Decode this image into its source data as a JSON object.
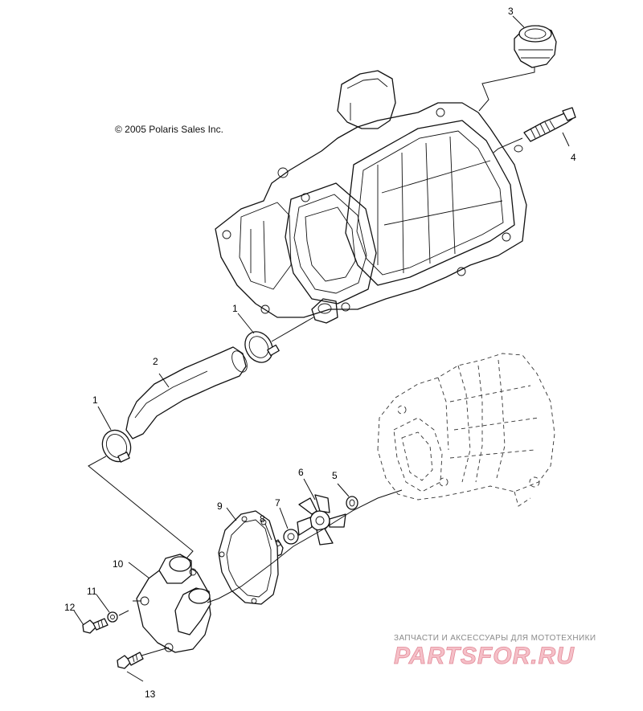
{
  "copyright": "© 2005 Polaris Sales Inc.",
  "callouts": {
    "c1a": "1",
    "c1b": "1",
    "c2": "2",
    "c3": "3",
    "c4": "4",
    "c5": "5",
    "c6": "6",
    "c7": "7",
    "c8": "8",
    "c9": "9",
    "c10": "10",
    "c11": "11",
    "c12": "12",
    "c13": "13"
  },
  "watermark": {
    "tagline": "ЗАПЧАСТИ И АКСЕССУАРЫ ДЛЯ МОТОТЕХНИКИ",
    "logo": "PARTSFOR.RU"
  }
}
